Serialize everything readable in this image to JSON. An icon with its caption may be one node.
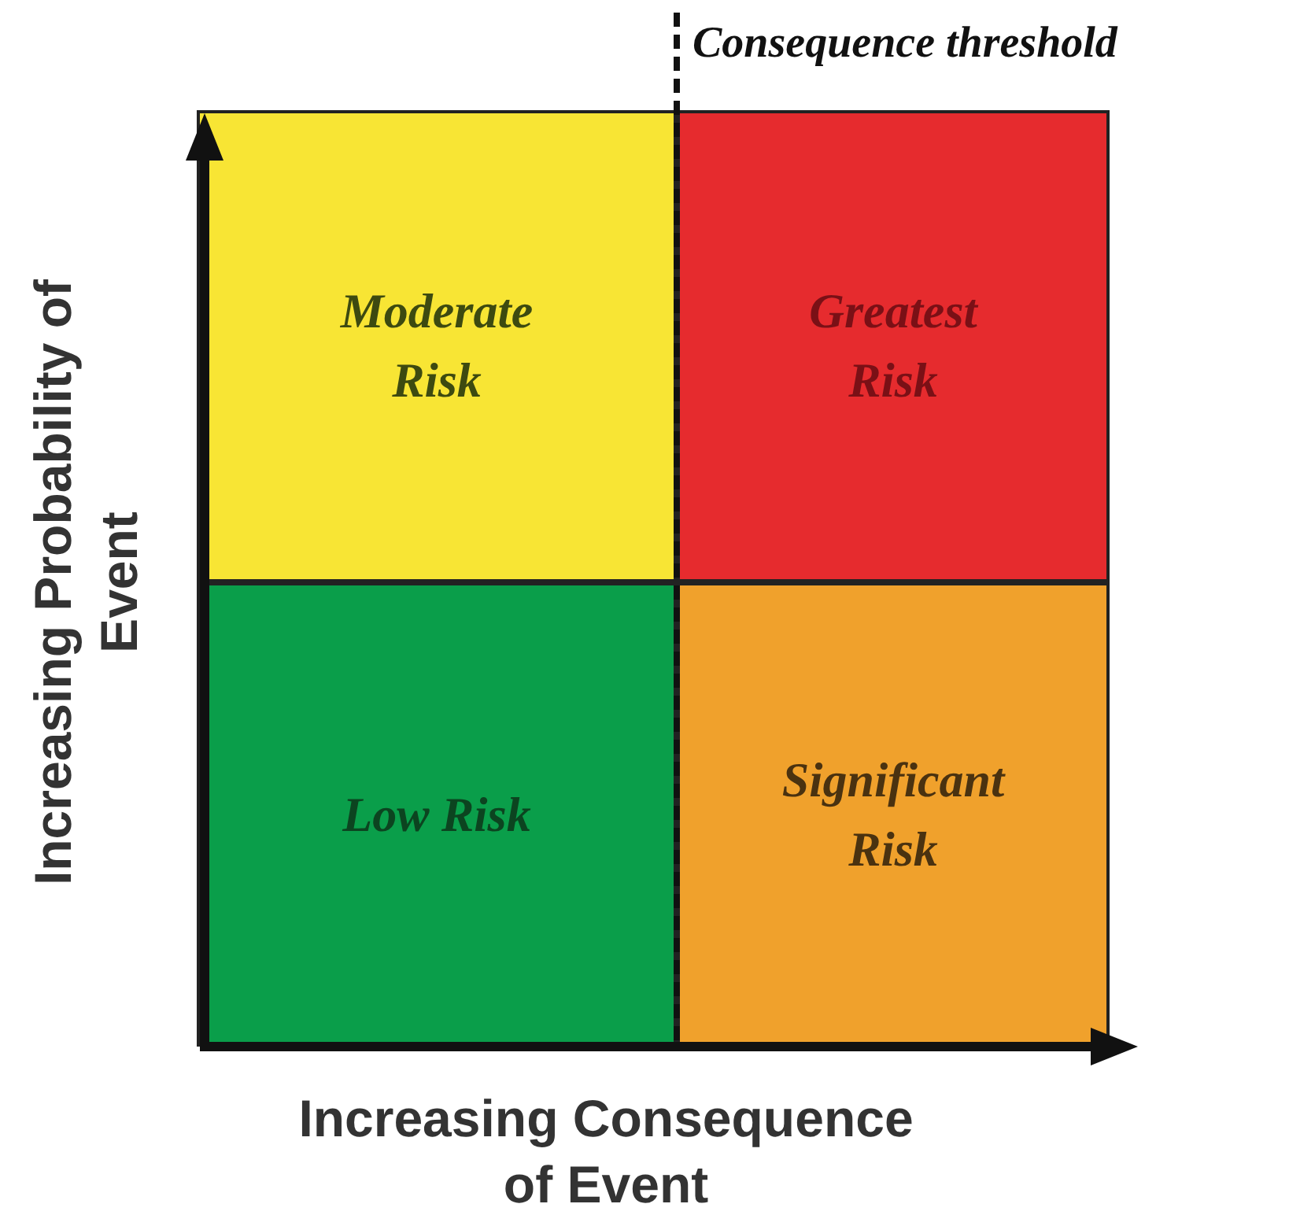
{
  "diagram": {
    "nodes": [
      {
        "text": [
          "Moderate Risk"
        ]
      },
      {
        "text": [
          "Greatest Risk"
        ]
      },
      {
        "text": [
          "Low Risk"
        ]
      },
      {
        "text": [
          "Significant Risk"
        ]
      }
    ],
    "labels": [
      "Consequence threshold",
      "Increasing Probability of Event",
      "Increasing Consequence of Event"
    ]
  }
}
